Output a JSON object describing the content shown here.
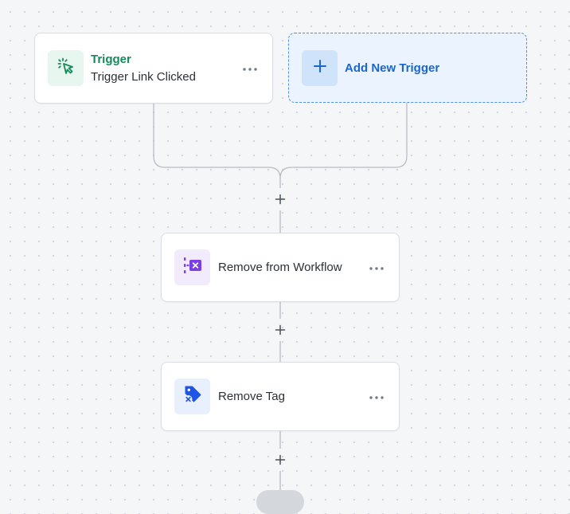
{
  "trigger_card": {
    "kind_label": "Trigger",
    "name": "Trigger Link Clicked",
    "icon": "pointer-click-icon",
    "accent": "#168a5b"
  },
  "add_trigger": {
    "label": "Add New Trigger",
    "icon": "plus-icon",
    "accent": "#1a66cc"
  },
  "actions": [
    {
      "label": "Remove from Workflow",
      "icon": "workflow-remove-icon",
      "accent": "#7b3fe4"
    },
    {
      "label": "Remove Tag",
      "icon": "tag-remove-icon",
      "accent": "#1f55e6"
    }
  ],
  "menu_icon": "more-horizontal-icon",
  "add_step_icon": "plus-icon"
}
